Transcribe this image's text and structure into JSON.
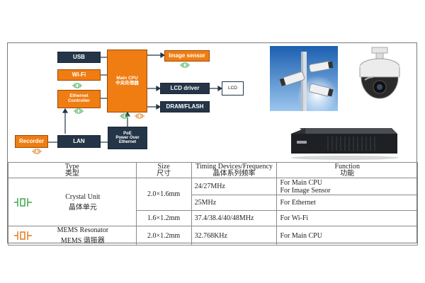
{
  "diagram": {
    "usb": "USB",
    "wifi": "Wi-Fi",
    "ethernet_controller": "Ethernet\nController",
    "main_cpu": "Main CPU\n中央处理器",
    "image_sensor": "Image sensor",
    "lcd_driver": "LCD driver",
    "lcd": "LCD",
    "dram_flash": "DRAM/FLASH",
    "recorder": "Recorder",
    "lan": "LAN",
    "poe": "PoE\nPower Over\nEthernet"
  },
  "table": {
    "headers": [
      {
        "en": "Type",
        "zh": "类型"
      },
      {
        "en": "Size",
        "zh": "尺寸"
      },
      {
        "en": "Timing Devices/Frequency",
        "zh": "晶体系列频率"
      },
      {
        "en": "Function",
        "zh": "功能"
      }
    ],
    "crystal_unit": {
      "en": "Crystal Unit",
      "zh": "晶体单元"
    },
    "mems_resonator": {
      "en": "MEMS Resonator",
      "zh": "MEMS 谐振器"
    },
    "rows": [
      {
        "size": "2.0×1.6mm",
        "freq": "24/27MHz",
        "func1": "For Main CPU",
        "func2": "For Image Sensor"
      },
      {
        "freq": "25MHz",
        "func1": "For Ethernet"
      },
      {
        "size": "1.6×1.2mm",
        "freq": "37.4/38.4/40/48MHz",
        "func1": "For Wi-Fi"
      },
      {
        "size": "2.0×1.2mm",
        "freq": "32.768KHz",
        "func1": "For Main CPU"
      }
    ]
  },
  "colors": {
    "dark_box": "#243548",
    "orange": "#f07d12",
    "crystal_green": "#3aa94a",
    "mems_orange": "#e07a1f"
  }
}
